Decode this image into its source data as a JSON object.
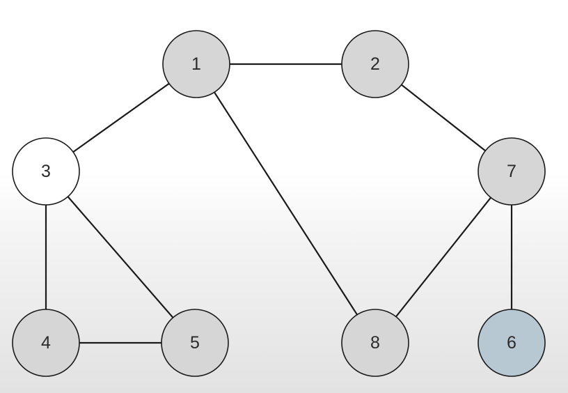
{
  "graph": {
    "nodes": [
      {
        "id": "1",
        "label": "1",
        "status": "visited",
        "fill": "#d6d6d6"
      },
      {
        "id": "2",
        "label": "2",
        "status": "visited",
        "fill": "#d6d6d6"
      },
      {
        "id": "3",
        "label": "3",
        "status": "unvisited",
        "fill": "#ffffff"
      },
      {
        "id": "4",
        "label": "4",
        "status": "visited",
        "fill": "#d6d6d6"
      },
      {
        "id": "5",
        "label": "5",
        "status": "visited",
        "fill": "#d6d6d6"
      },
      {
        "id": "6",
        "label": "6",
        "status": "current",
        "fill": "#b7c8d3"
      },
      {
        "id": "7",
        "label": "7",
        "status": "visited",
        "fill": "#d6d6d6"
      },
      {
        "id": "8",
        "label": "8",
        "status": "visited",
        "fill": "#d6d6d6"
      }
    ],
    "edges": [
      [
        "1",
        "2"
      ],
      [
        "1",
        "3"
      ],
      [
        "1",
        "8"
      ],
      [
        "2",
        "7"
      ],
      [
        "3",
        "4"
      ],
      [
        "3",
        "5"
      ],
      [
        "4",
        "5"
      ],
      [
        "7",
        "8"
      ],
      [
        "7",
        "6"
      ]
    ]
  }
}
